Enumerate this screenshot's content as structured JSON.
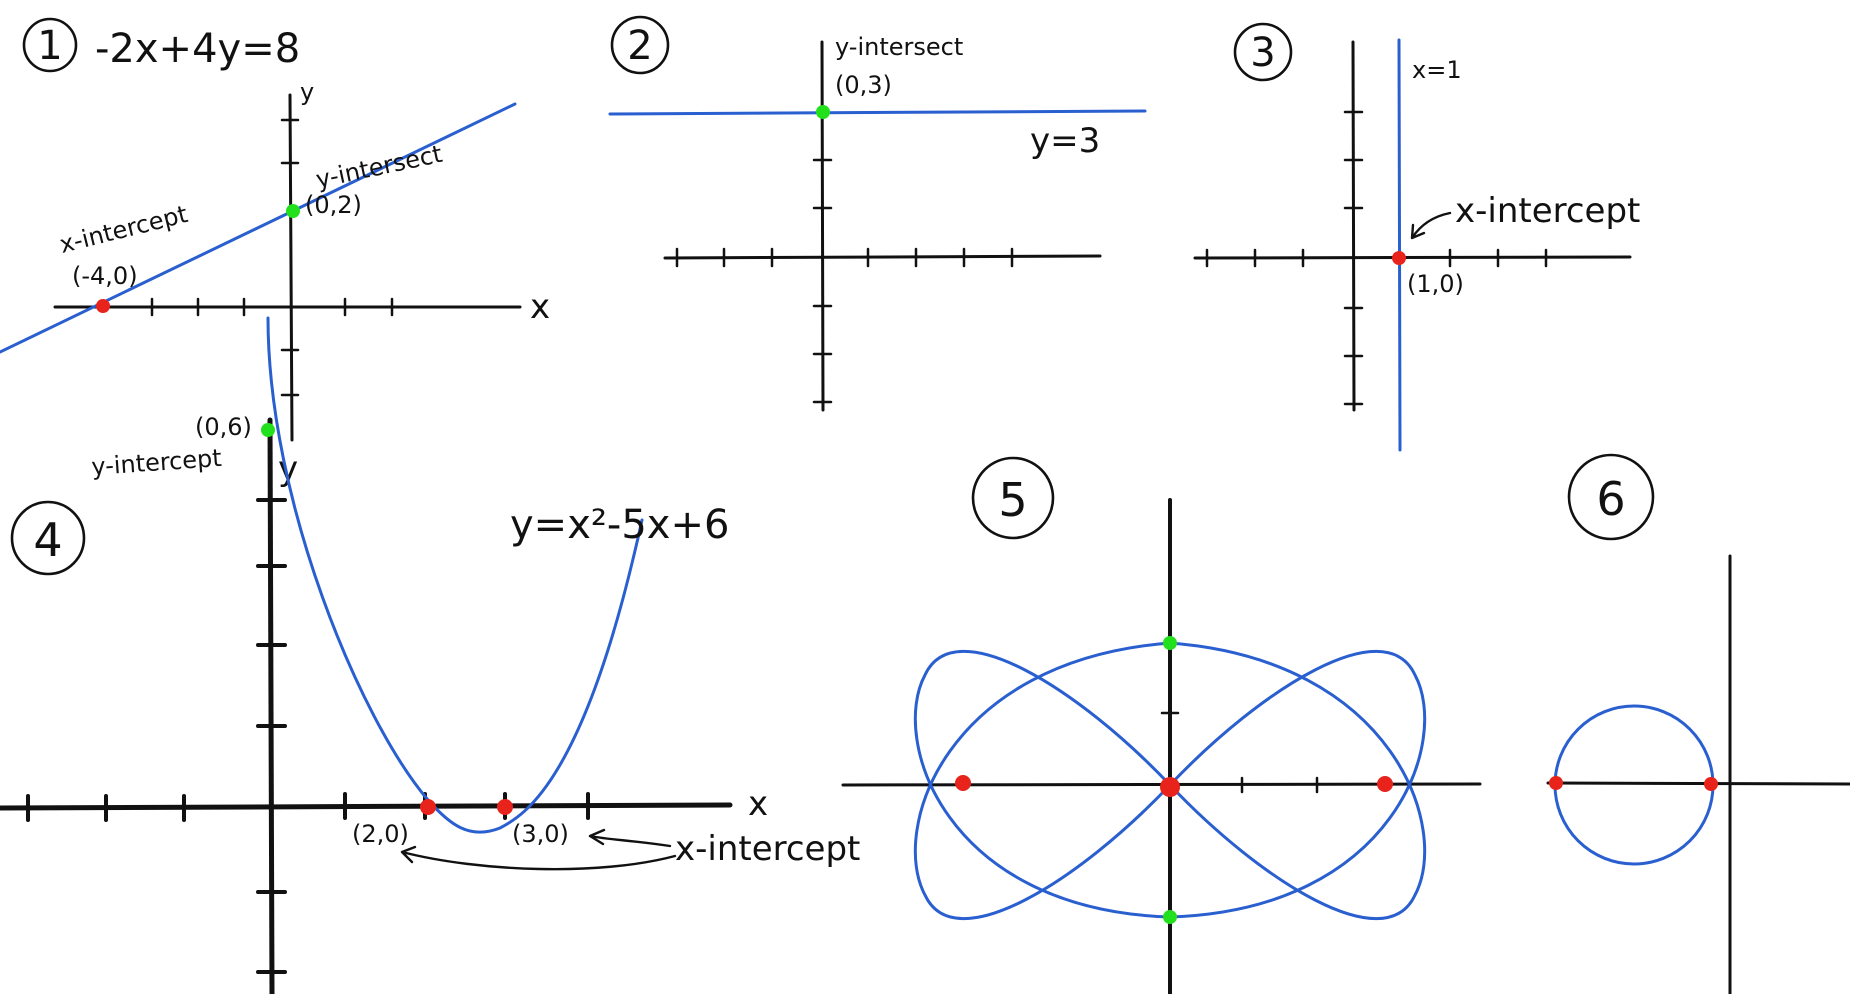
{
  "colors": {
    "curve": "#2a5fd0",
    "x_intercept": "#e8231c",
    "y_intercept": "#23e01c",
    "ink": "#111111"
  },
  "panels": {
    "p1": {
      "number": "1",
      "equation": "-2x+4y=8",
      "x_axis": "x",
      "y_axis": "y",
      "x_intercept_label": "x-intercept",
      "x_intercept_point": "(-4,0)",
      "y_intercept_label": "y-intersect",
      "y_intercept_point": "(0,2)"
    },
    "p2": {
      "number": "2",
      "equation": "y=3",
      "y_intercept_label": "y-intersect",
      "y_intercept_point": "(0,3)"
    },
    "p3": {
      "number": "3",
      "equation": "x=1",
      "x_intercept_label": "x-intercept",
      "x_intercept_point": "(1,0)"
    },
    "p4": {
      "number": "4",
      "equation": "y=x²-5x+6",
      "x_axis": "x",
      "y_axis": "y",
      "y_intercept_label": "y-intercept",
      "y_intercept_point": "(0,6)",
      "x_intercept_label": "x-intercept",
      "x_intercept_point_a": "(2,0)",
      "x_intercept_point_b": "(3,0)"
    },
    "p5": {
      "number": "5"
    },
    "p6": {
      "number": "6"
    }
  }
}
